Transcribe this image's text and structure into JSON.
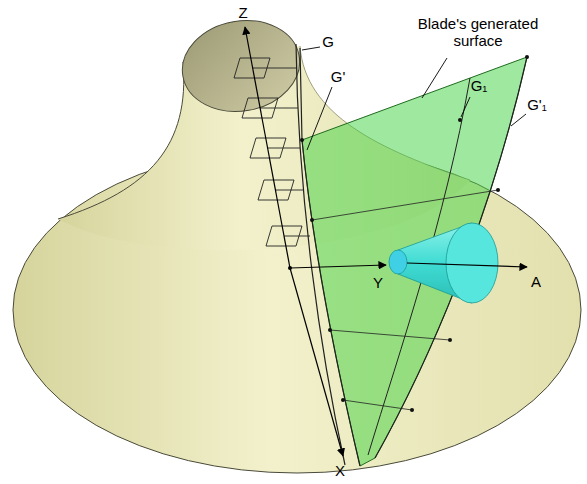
{
  "diagram": {
    "labels": [
      "Z",
      "G",
      "G'",
      "G₁",
      "G'₁",
      "Blade's generated surface",
      "Y",
      "A",
      "X"
    ]
  }
}
